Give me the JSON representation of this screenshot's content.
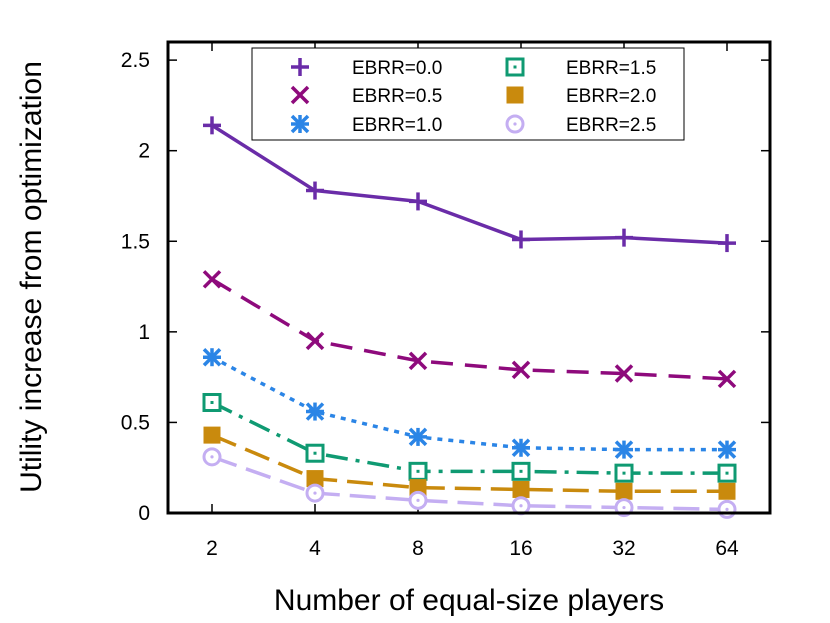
{
  "chart_data": {
    "type": "line",
    "xlabel": "Number of equal-size players",
    "ylabel": "Utility increase from optimization",
    "categories": [
      "2",
      "4",
      "8",
      "16",
      "32",
      "64"
    ],
    "ylim": [
      0,
      2.6
    ],
    "yticks": [
      "0",
      "0.5",
      "1",
      "1.5",
      "2",
      "2.5"
    ],
    "grid": false,
    "legend_position": "top-center",
    "series": [
      {
        "name": "EBRR=0.0",
        "values": [
          2.14,
          1.78,
          1.72,
          1.51,
          1.52,
          1.49
        ],
        "color": "#6a2ca8",
        "marker": "plus",
        "dash": "solid"
      },
      {
        "name": "EBRR=0.5",
        "values": [
          1.29,
          0.95,
          0.84,
          0.79,
          0.77,
          0.74
        ],
        "color": "#8e0a7c",
        "marker": "x",
        "dash": "dashed"
      },
      {
        "name": "EBRR=1.0",
        "values": [
          0.86,
          0.56,
          0.42,
          0.36,
          0.35,
          0.35
        ],
        "color": "#2b85e6",
        "marker": "star",
        "dash": "dotted"
      },
      {
        "name": "EBRR=1.5",
        "values": [
          0.61,
          0.33,
          0.23,
          0.23,
          0.22,
          0.22
        ],
        "color": "#0f9a72",
        "marker": "square-open",
        "dash": "dashdot"
      },
      {
        "name": "EBRR=2.0",
        "values": [
          0.43,
          0.19,
          0.14,
          0.13,
          0.12,
          0.12
        ],
        "color": "#c98a0d",
        "marker": "square-filled",
        "dash": "longdash"
      },
      {
        "name": "EBRR=2.5",
        "values": [
          0.31,
          0.11,
          0.07,
          0.04,
          0.03,
          0.02
        ],
        "color": "#c4aef2",
        "marker": "circle-open",
        "dash": "longdash"
      }
    ]
  }
}
